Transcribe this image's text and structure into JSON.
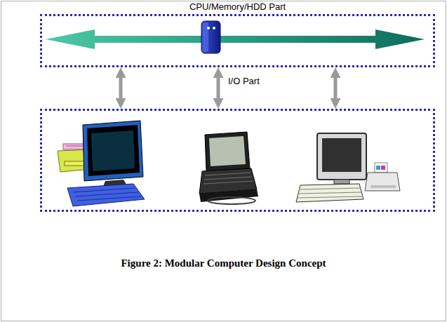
{
  "diagram": {
    "caption": "Figure 2: Modular Computer Design Concept",
    "nodes": [
      {
        "text": [
          "CPU/Memory/HDD Part"
        ]
      },
      {
        "text": [
          "I/O Part"
        ]
      }
    ],
    "edges": [
      {
        "from": 0,
        "to": 1,
        "arrow": "both"
      },
      {
        "from": 0,
        "to": 1,
        "arrow": "both"
      },
      {
        "from": 0,
        "to": 1,
        "arrow": "both"
      }
    ]
  }
}
